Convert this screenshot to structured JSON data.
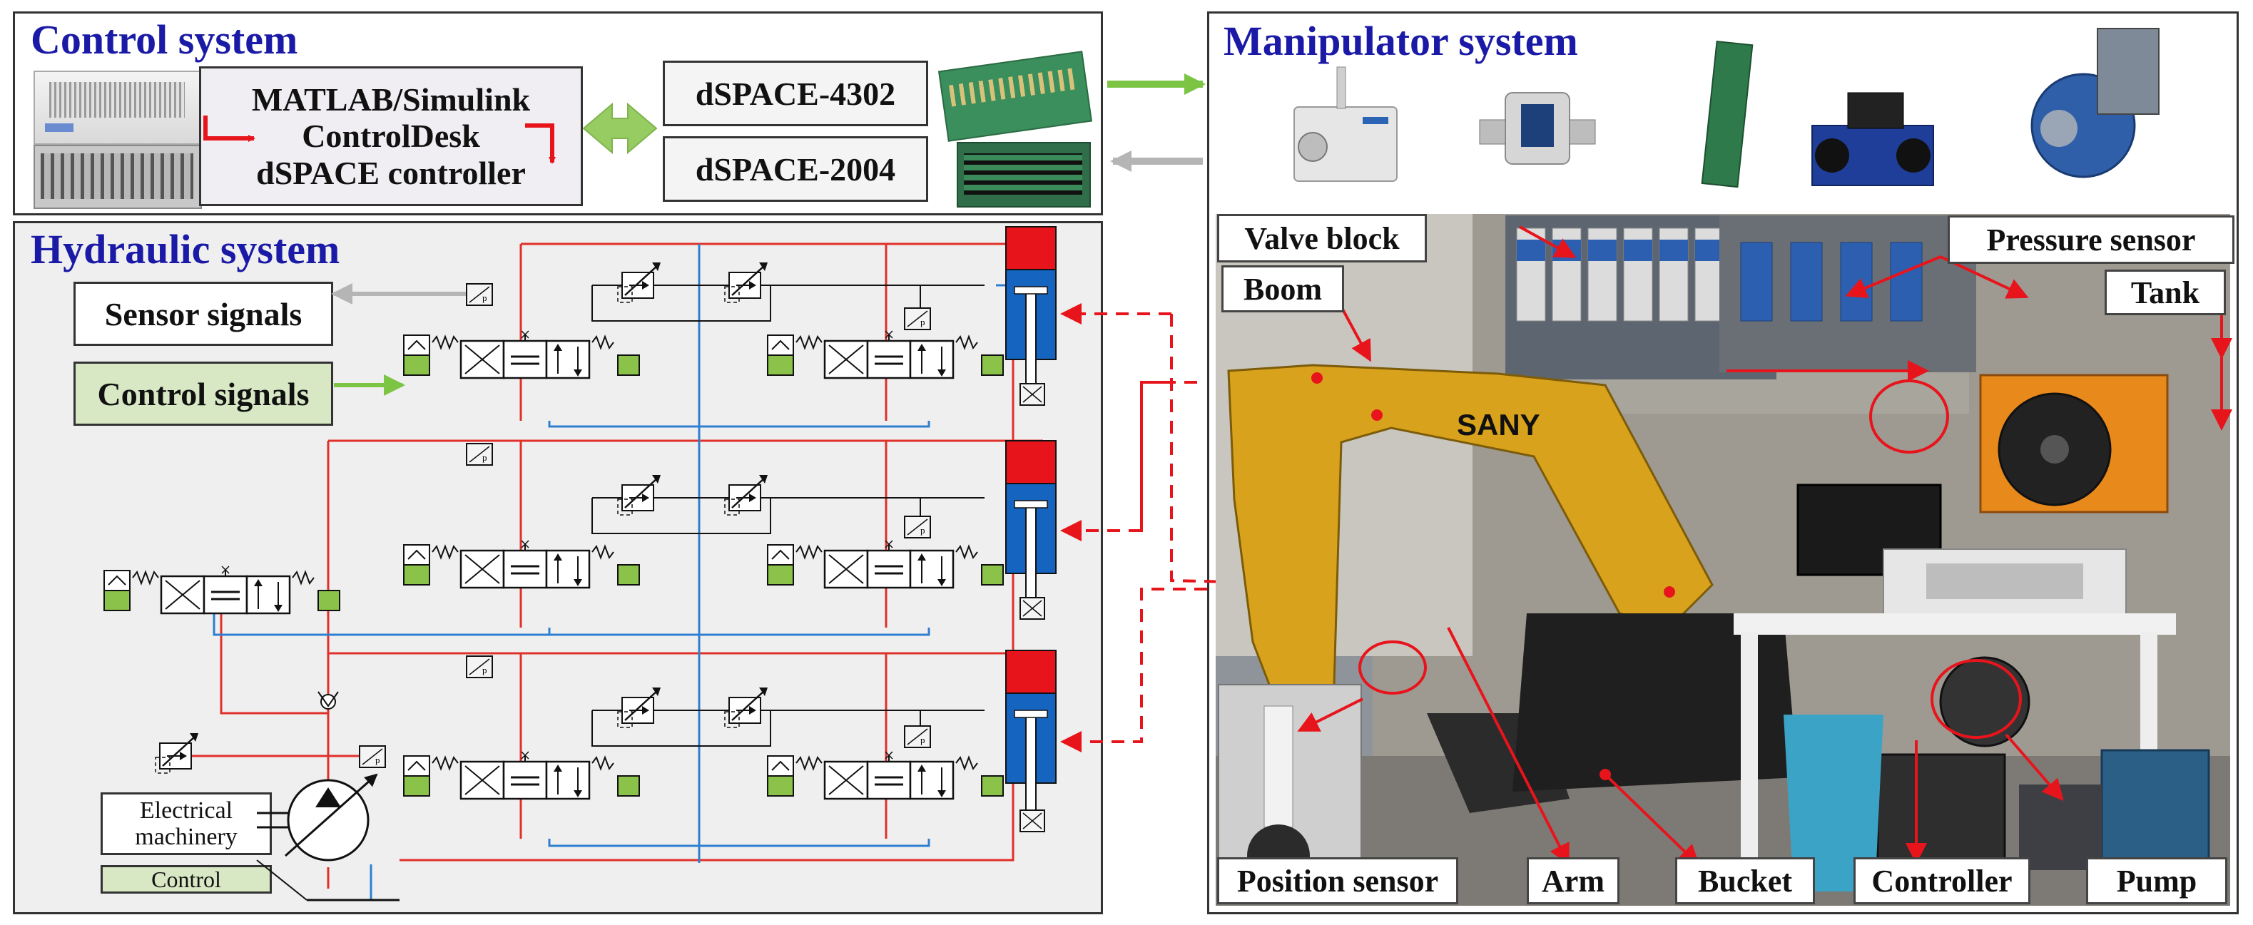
{
  "control_system": {
    "title": "Control system",
    "software_lines": [
      "MATLAB/Simulink",
      "ControlDesk",
      "dSPACE controller"
    ],
    "board_1": "dSPACE-4302",
    "board_2": "dSPACE-2004"
  },
  "hydraulic_system": {
    "title": "Hydraulic system",
    "sensor_signals": "Sensor signals",
    "control_signals": "Control signals",
    "motor_label": [
      "Electrical",
      "machinery"
    ],
    "control_label": "Control"
  },
  "manipulator_system": {
    "title": "Manipulator system",
    "callouts": {
      "valve_block": "Valve block",
      "pressure_sensor": "Pressure sensor",
      "boom": "Boom",
      "tank": "Tank",
      "position_sensor": "Position sensor",
      "arm": "Arm",
      "bucket": "Bucket",
      "controller": "Controller",
      "pump": "Pump"
    },
    "brand_text": "SANY"
  },
  "colors": {
    "title_blue": "#1a1aa6",
    "pressure_line": "#e0302a",
    "return_line": "#2f7fd0",
    "signal_arrow_green": "#7cc444",
    "signal_arrow_gray": "#b5b5b5",
    "cylinder_blue": "#1565c0",
    "cylinder_red": "#e8141c",
    "valve_green": "#8bc34a",
    "control_box_green": "#d8e8c4"
  }
}
